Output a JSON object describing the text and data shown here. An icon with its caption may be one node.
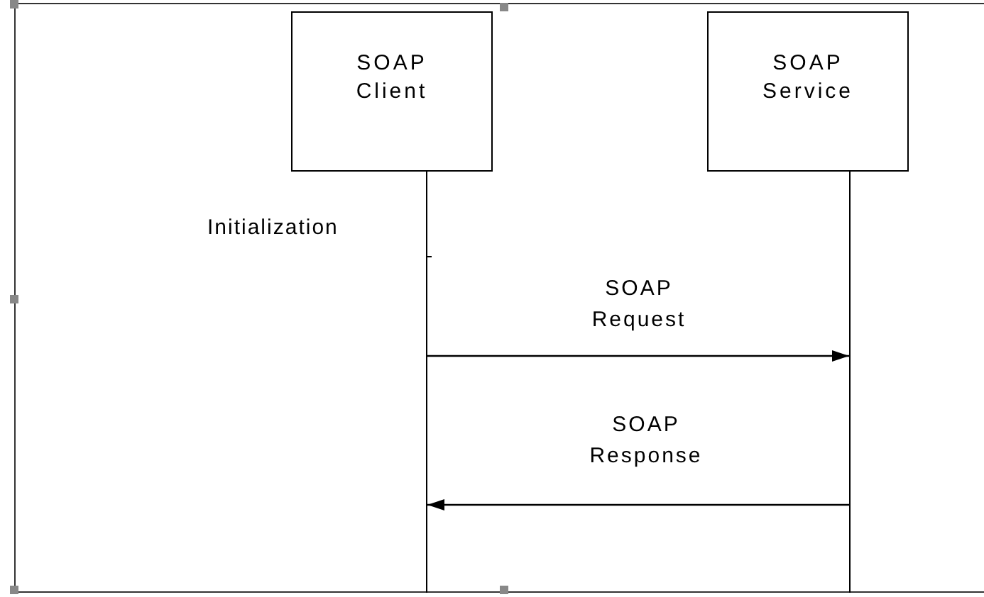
{
  "diagram": {
    "nodes": [
      {
        "text": [
          "SOAP Client"
        ]
      },
      {
        "text": [
          "SOAP Service"
        ]
      },
      {
        "text": [],
        "shape": "bar"
      },
      {
        "text": [],
        "shape": "bar"
      }
    ],
    "edges": [
      {
        "from": 2,
        "to": 3,
        "arrow": "to",
        "label": "SOAP Request"
      },
      {
        "from": 3,
        "to": 2,
        "arrow": "to",
        "label": "SOAP Response"
      }
    ],
    "labels": [
      "Initialization"
    ]
  }
}
